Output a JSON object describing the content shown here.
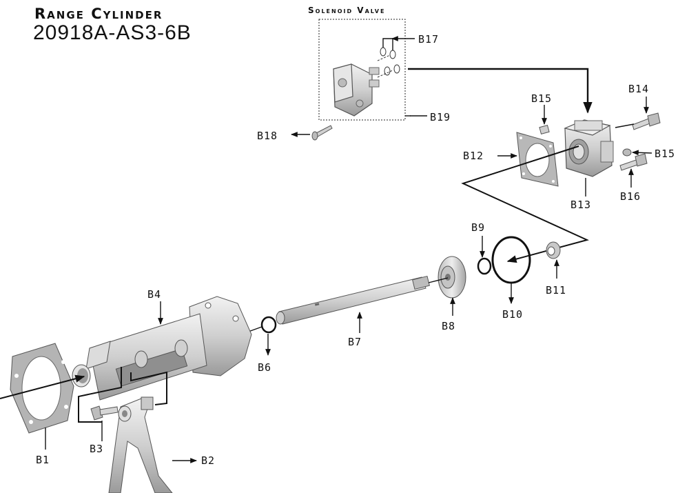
{
  "title": {
    "line1": "Range Cylinder",
    "line2": "20918A-AS3-6B"
  },
  "inset": {
    "title": "Solenoid Valve"
  },
  "labels": {
    "b1": "B1",
    "b2": "B2",
    "b3": "B3",
    "b4": "B4",
    "b6": "B6",
    "b7": "B7",
    "b8": "B8",
    "b9": "B9",
    "b10": "B10",
    "b11": "B11",
    "b12": "B12",
    "b13": "B13",
    "b14": "B14",
    "b15a": "B15",
    "b15b": "B15",
    "b16": "B16",
    "b17": "B17",
    "b18": "B18",
    "b19": "B19"
  },
  "colors": {
    "part_fill": "#d9d9d9",
    "part_shade": "#a9a9a9",
    "line": "#111111"
  }
}
